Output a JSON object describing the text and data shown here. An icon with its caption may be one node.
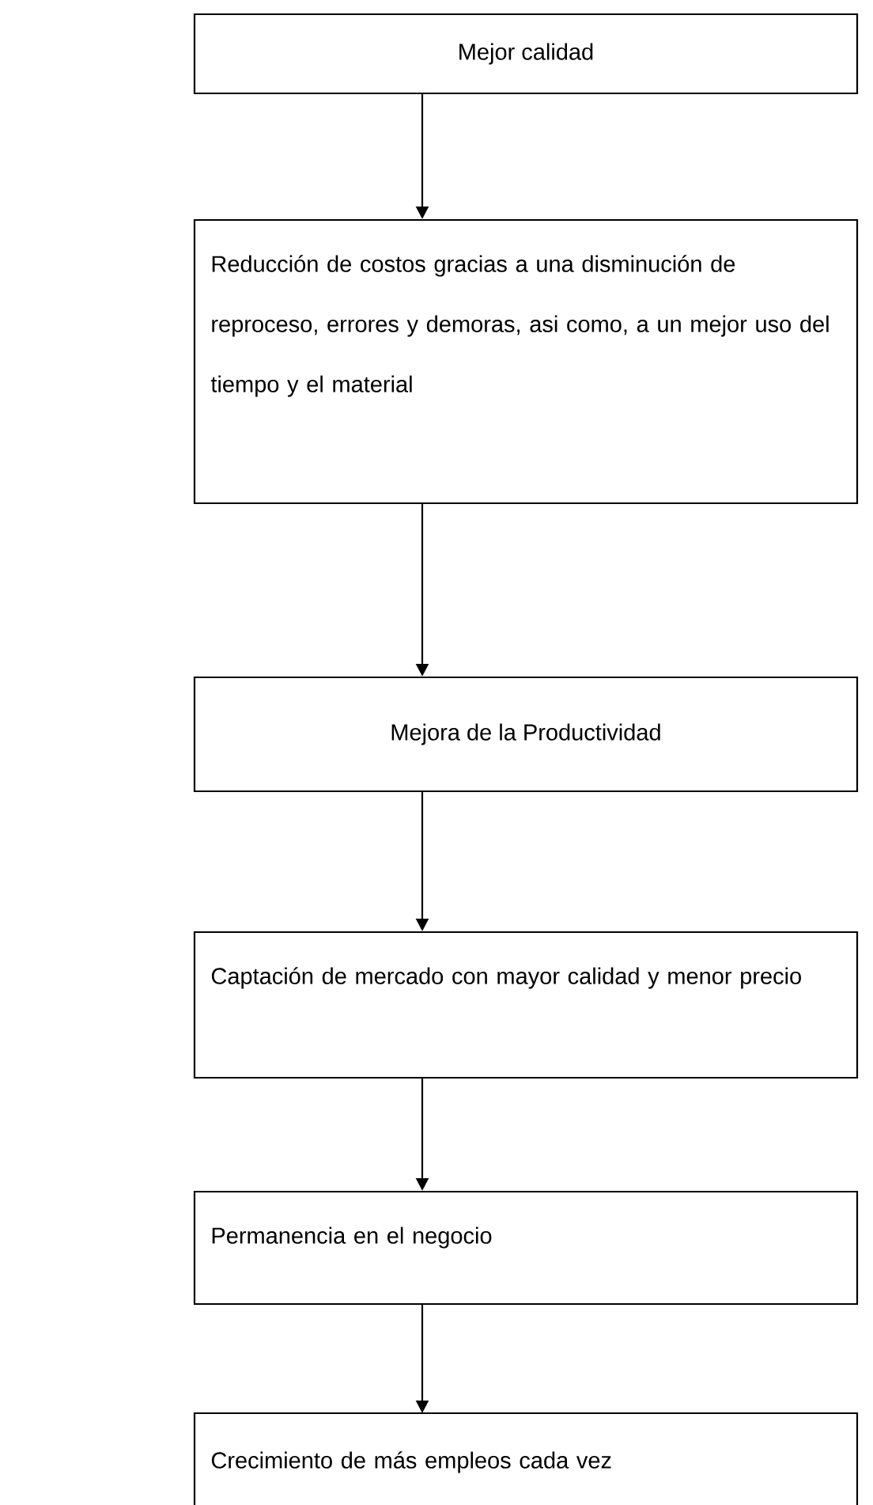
{
  "diagram": {
    "nodes": [
      {
        "text": [
          "Mejor calidad"
        ]
      },
      {
        "text": [
          "Reducción de costos gracias a una disminución de reproceso, errores y demoras, asi como, a un mejor uso del tiempo y el material"
        ]
      },
      {
        "text": [
          "Mejora de la Productividad"
        ]
      },
      {
        "text": [
          "Captación de mercado con mayor calidad y menor precio"
        ]
      },
      {
        "text": [
          "Permanencia en el negocio"
        ]
      },
      {
        "text": [
          "Crecimiento de más empleos cada vez"
        ]
      }
    ],
    "edges": [
      {
        "from": 0,
        "to": 1,
        "arrow": "to"
      },
      {
        "from": 1,
        "to": 2,
        "arrow": "to"
      },
      {
        "from": 2,
        "to": 3,
        "arrow": "to"
      },
      {
        "from": 3,
        "to": 4,
        "arrow": "to"
      },
      {
        "from": 4,
        "to": 5,
        "arrow": "to"
      }
    ]
  }
}
